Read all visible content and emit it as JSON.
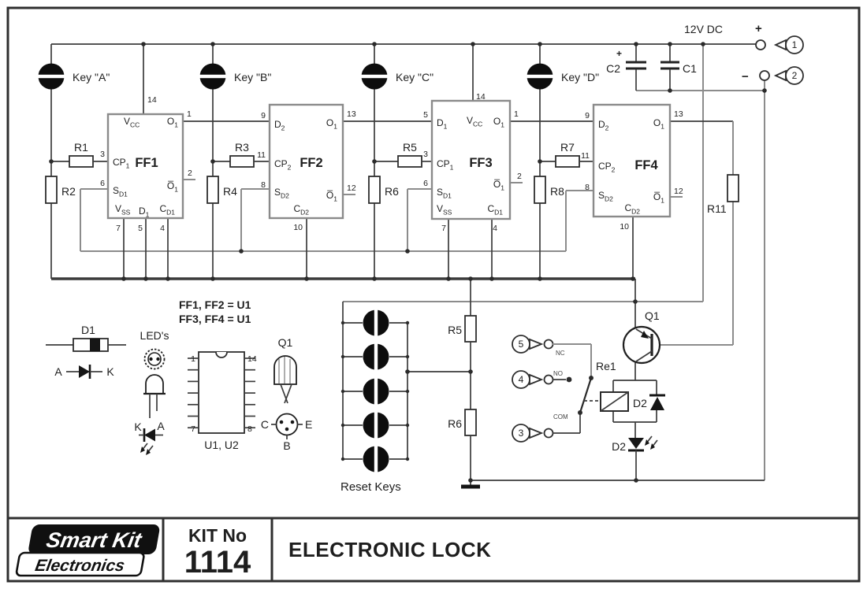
{
  "schematic": {
    "power": {
      "label": "12V DC",
      "plus": "+",
      "minus": "−",
      "c1": "C1",
      "c2": "C2",
      "c2_polarity": "+"
    },
    "terminals": {
      "t1": "1",
      "t2": "2",
      "t3": "3",
      "t4": "4",
      "t5": "5"
    },
    "keys": {
      "a": "Key \"A\"",
      "b": "Key \"B\"",
      "c": "Key \"C\"",
      "d": "Key \"D\""
    },
    "ff1": {
      "name": "FF1",
      "pin14": "14",
      "pin1": "1",
      "pin2": "2",
      "pin3": "3",
      "pin4": "4",
      "pin5": "5",
      "pin6": "6",
      "pin7": "7",
      "vcc": "V",
      "vcc_sub": "CC",
      "o1": "O",
      "o1_sub": "1",
      "obar": "O̅",
      "obar_sub": "1",
      "cp": "CP",
      "cp_sub": "1",
      "sd": "S",
      "sd_sub": "D1",
      "vss": "V",
      "vss_sub": "SS",
      "d": "D",
      "d_sub": "1",
      "cd": "C",
      "cd_sub": "D1"
    },
    "ff2": {
      "name": "FF2",
      "pin9": "9",
      "pin13": "13",
      "pin11": "11",
      "pin8": "8",
      "pin12": "12",
      "pin10": "10",
      "d": "D",
      "d_sub": "2",
      "cp": "CP",
      "cp_sub": "2",
      "sd": "S",
      "sd_sub": "D2",
      "o1": "O",
      "o1_sub": "1",
      "obar": "O̅",
      "obar_sub": "1",
      "cd": "C",
      "cd_sub": "D2"
    },
    "ff3": {
      "name": "FF3",
      "pin5": "5",
      "pin14": "14",
      "pin1": "1",
      "pin3": "3",
      "pin6": "6",
      "pin2": "2",
      "pin7": "7",
      "pin4": "4",
      "vcc": "V",
      "vcc_sub": "CC",
      "o1": "O",
      "o1_sub": "1",
      "obar": "O̅",
      "obar_sub": "1",
      "cp": "CP",
      "cp_sub": "1",
      "sd": "S",
      "sd_sub": "D1",
      "vss": "V",
      "vss_sub": "SS",
      "d": "D",
      "d_sub": "1",
      "cd": "C",
      "cd_sub": "D1"
    },
    "ff4": {
      "name": "FF4",
      "pin9": "9",
      "pin13": "13",
      "pin11": "11",
      "pin8": "8",
      "pin12": "12",
      "pin10": "10",
      "d": "D",
      "d_sub": "2",
      "cp": "CP",
      "cp_sub": "2",
      "sd": "S",
      "sd_sub": "D2",
      "o1": "O",
      "o1_sub": "1",
      "obar": "O̅",
      "obar_sub": "1",
      "cd": "C",
      "cd_sub": "D2"
    },
    "resistors": {
      "r1": "R1",
      "r2": "R2",
      "r3": "R3",
      "r4": "R4",
      "r5": "R5",
      "r6": "R6",
      "r7": "R7",
      "r8": "R8",
      "r11": "R11",
      "rdiv_top": "R5",
      "rdiv_bottom": "R6"
    },
    "reset_keys_label": "Reset Keys",
    "relay": {
      "name": "Re1",
      "nc": "NC",
      "no": "NO",
      "com": "COM",
      "flyback": "D2"
    },
    "q1_label": "Q1",
    "led_label": "D2",
    "notes": {
      "line1": "FF1, FF2 = U1",
      "line2": "FF3, FF4 = U1"
    },
    "legend": {
      "d1": "D1",
      "d1_anode": "A",
      "d1_cathode": "K",
      "leds": "LED's",
      "led_cathode": "K",
      "led_anode": "A",
      "ic_caption": "U1, U2",
      "ic_pin1": "1",
      "ic_pin14": "14",
      "ic_pin7": "7",
      "ic_pin8": "8",
      "q1": "Q1",
      "collector": "C",
      "emitter": "E",
      "base": "B"
    }
  },
  "titleblock": {
    "brand_line1": "Smart Kit",
    "brand_line2": "Electronics",
    "kit_label": "KIT No",
    "kit_number": "1114",
    "doc_title": "ELECTRONIC LOCK"
  }
}
